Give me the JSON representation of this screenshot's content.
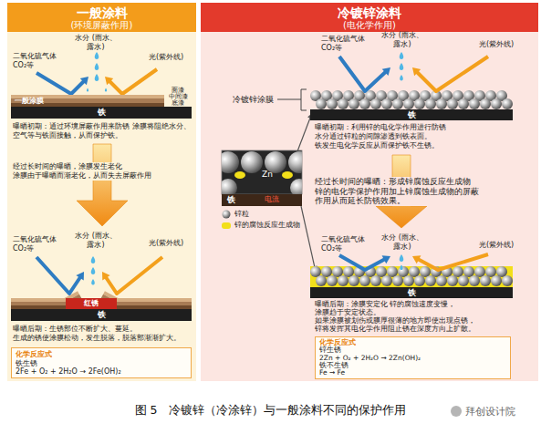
{
  "diagram": {
    "caption": "图 5　冷镀锌（冷涂锌）与一般涂料不同的保护作用",
    "nodes": [
      {
        "text": [
          "一般涂料",
          "(环境屏蔽作用)"
        ]
      },
      {
        "text": [
          "一般涂膜"
        ],
        "in": 0
      },
      {
        "text": [
          "铁"
        ],
        "in": 0
      },
      {
        "text": [
          "红锈"
        ],
        "in": 0
      },
      {
        "text": [
          "铁"
        ],
        "in": 0
      },
      {
        "text": [
          "化学反应式",
          "铁生锈",
          "2Fe + O₂ + 2H₂O → 2Fe(OH)₂"
        ],
        "in": 0
      },
      {
        "text": [
          "冷镀锌涂料",
          "(电化学作用)"
        ]
      },
      {
        "text": [
          "铁"
        ],
        "in": 6
      },
      {
        "text": [
          "铁"
        ],
        "in": 6
      },
      {
        "text": [
          "铁"
        ],
        "in": 6
      },
      {
        "text": [
          "化学反应式",
          "锌生锈",
          "2Zn + O₂ + 2H₂O → 2Zn(OH)₂",
          "铁不生锈",
          "Fe → Fe"
        ],
        "in": 6
      }
    ],
    "labels": [
      "二氧化硫气体 CO₂等",
      "水分 (雨水、露水)",
      "光(紫外线)",
      "面漆",
      "中间漆",
      "底漆",
      "曝晒初期：通过环境屏蔽作用来防锈 涂膜将阻绝水分、空气等与铁面接触，从而保护铁。",
      "经过长时间的曝晒，涂膜发生老化 涂膜由于曝晒而渐老化，从而失去屏蔽作用",
      "二氧化硫气体 CO₂等",
      "水分 (雨水、露水)",
      "光(紫外线)",
      "曝晒后期：生锈部位不断扩大、蔓延。 生成的锈使涂膜松动，发生脱落，脱落部渐渐扩大。",
      "二氧化硫气体 CO₂等",
      "水分 (雨水、露水)",
      "光(紫外线)",
      "冷镀锌涂膜",
      "曝晒初期：利用锌的电化学作用进行防锈 水分通过锌粒的间隙渗透到铁表面。 铁发生电化学反应从而保护铁不生锈。",
      "Zn",
      "电流",
      "经过长时间的曝晒：形成锌腐蚀反应生成物 锌的电化学保护作用加上锌腐蚀生成物的屏蔽 作用从而延长防锈效果。",
      "二氧化硫气体 CO₂等",
      "水分 (雨水、露水)",
      "光(紫外线)",
      "曝晒后期：涂膜安定化 锌的腐蚀速度变慢，涂膜趋于安定状态。 如果涂膜被划伤或膜厚很薄的地方即使出现点锈， 锌将发挥其电化学作用阻止锈在深度方向上扩散。",
      "拜创设计院"
    ],
    "legend": [
      {
        "text": "锌粒"
      },
      {
        "text": "锌的腐蚀反应生成物",
        "color": "#f2df1a"
      }
    ]
  }
}
